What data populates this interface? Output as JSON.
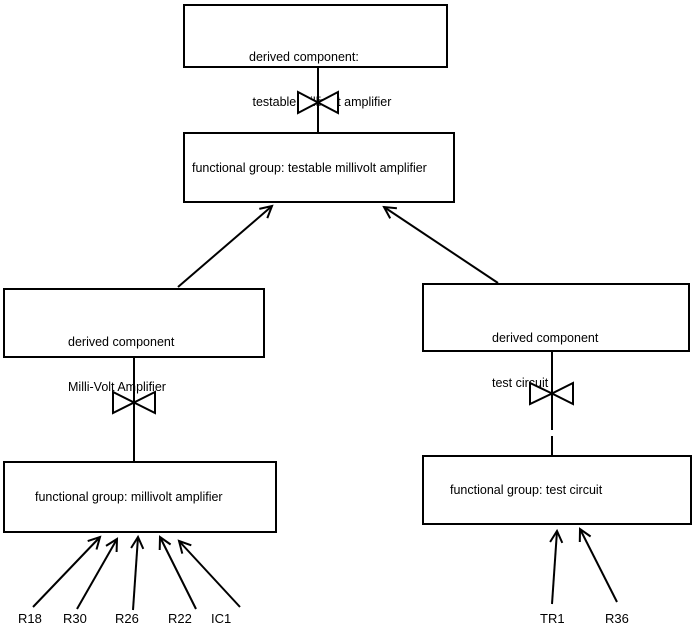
{
  "diagram": {
    "colors": {
      "line": "#000000",
      "background": "#ffffff"
    },
    "nodes": {
      "derived_testable": {
        "line1": "derived component:",
        "line2": " testable millivolt amplifier"
      },
      "fg_testable": {
        "label": "functional group: testable millivolt amplifier"
      },
      "derived_mv": {
        "line1": "derived component",
        "line2": "Milli-Volt Amplifier"
      },
      "derived_test": {
        "line1": "derived component",
        "line2": "test circuit"
      },
      "fg_mv": {
        "label": "functional group: millivolt amplifier"
      },
      "fg_test": {
        "label": "functional group: test circuit"
      }
    },
    "components_left": [
      "R18",
      "R30",
      "R26",
      "R22",
      "IC1"
    ],
    "components_right": [
      "TR1",
      "R36"
    ]
  }
}
